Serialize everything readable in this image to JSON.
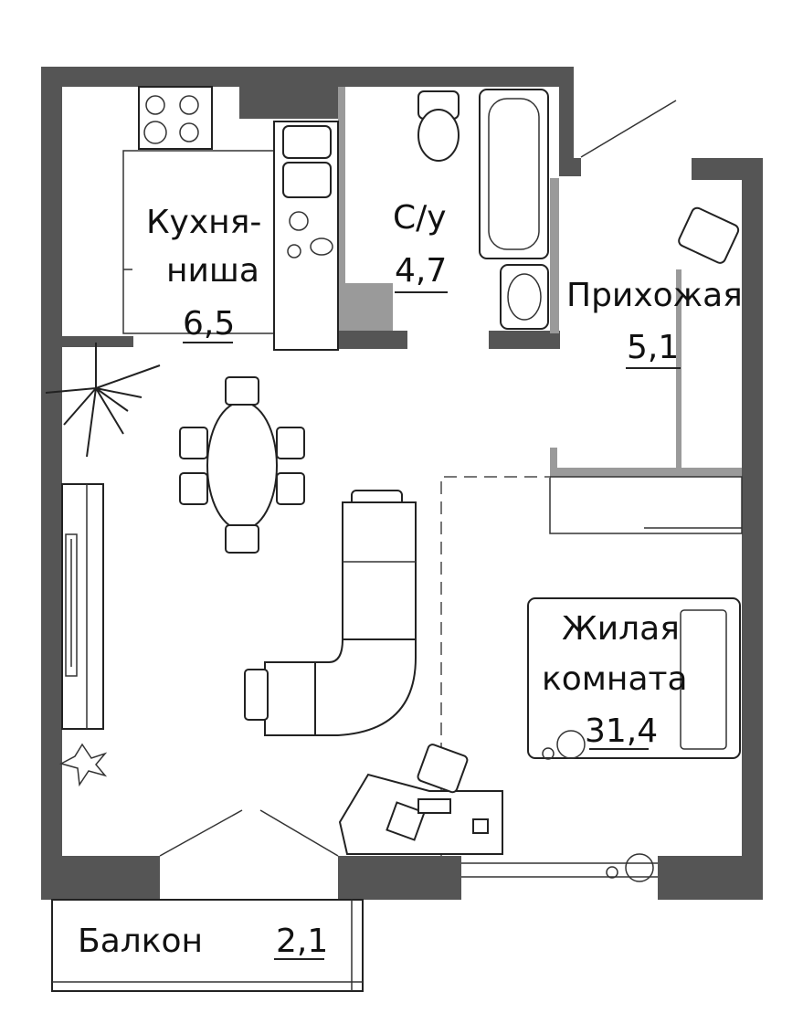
{
  "rooms": {
    "kitchen": {
      "name_line1": "Кухня-",
      "name_line2": "ниша",
      "area": "6,5"
    },
    "bathroom": {
      "name": "С/у",
      "area": "4,7"
    },
    "hallway": {
      "name": "Прихожая",
      "area": "5,1"
    },
    "living": {
      "name_line1": "Жилая",
      "name_line2": "комната",
      "area": "31,4"
    },
    "balcony": {
      "name": "Балкон",
      "area": "2,1"
    }
  },
  "colors": {
    "wall": "#555555",
    "line": "#222222",
    "background": "#ffffff"
  },
  "icons": [
    "stove-icon",
    "sink-icon",
    "toilet-icon",
    "bathtub-icon",
    "washbasin-icon",
    "plant-icon",
    "table-icon",
    "chair-icon",
    "sofa-icon",
    "desk-icon",
    "armchair-icon",
    "door-swing-icon"
  ]
}
